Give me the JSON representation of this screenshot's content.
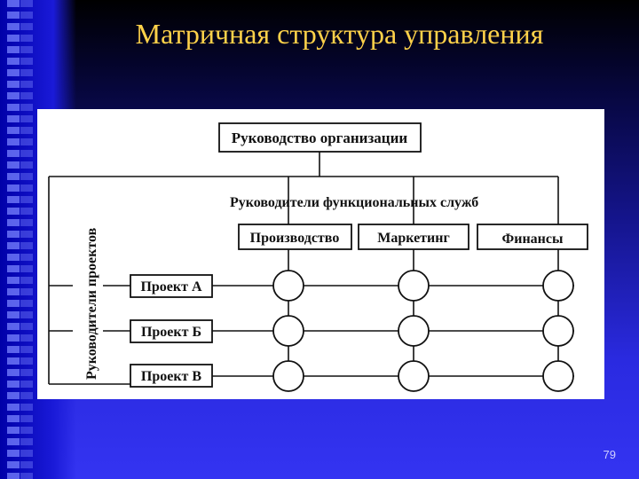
{
  "slide": {
    "title": "Матричная структура управления",
    "number": "79"
  },
  "diagram": {
    "top_box": "Руководство организации",
    "functional_heading": "Руководители функциональных служб",
    "projects_heading": "Руководители проектов",
    "departments": [
      "Производство",
      "Маркетинг",
      "Финансы"
    ],
    "projects": [
      "Проект А",
      "Проект Б",
      "Проект В"
    ]
  },
  "colors": {
    "title": "#ffd24a",
    "diagram_background": "#ffffff",
    "line": "#111111"
  }
}
